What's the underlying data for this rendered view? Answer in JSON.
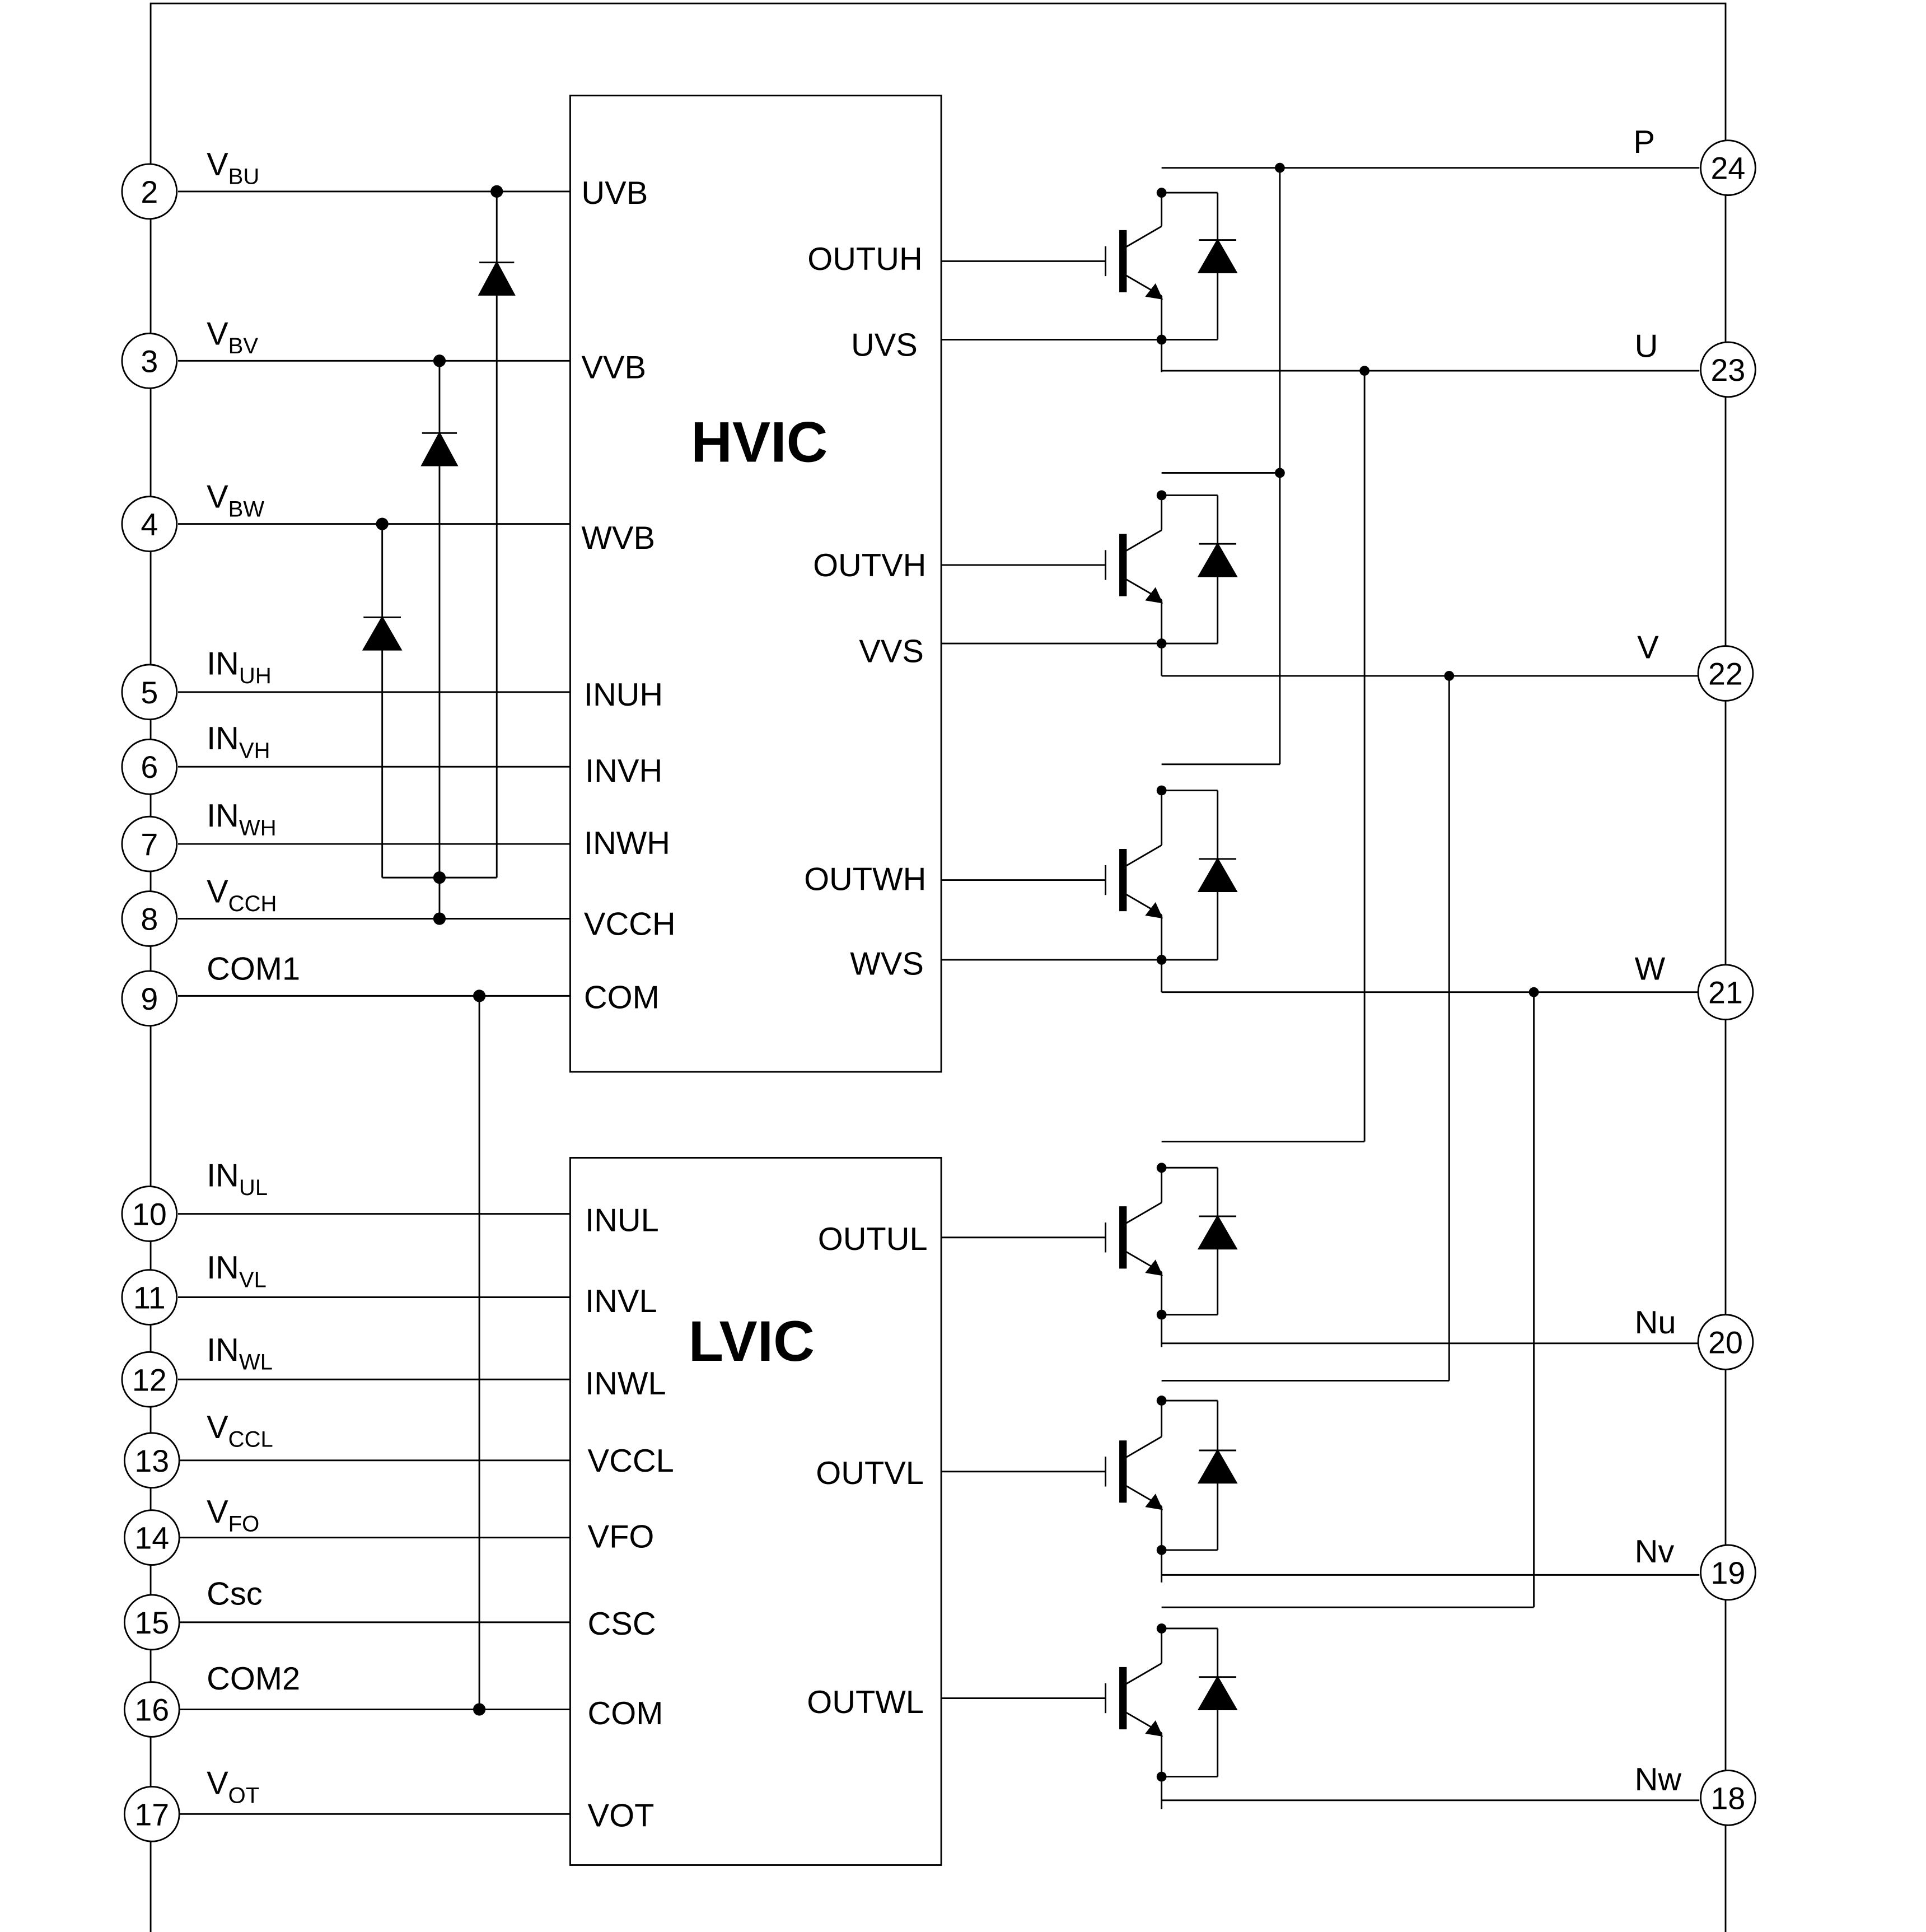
{
  "hvic": {
    "name": "HVIC",
    "left_pins": [
      "UVB",
      "VVB",
      "WVB",
      "INUH",
      "INVH",
      "INWH",
      "VCCH",
      "COM"
    ],
    "right_pins": [
      "OUTUH",
      "UVS",
      "OUTVH",
      "VVS",
      "OUTWH",
      "WVS"
    ]
  },
  "lvic": {
    "name": "LVIC",
    "left_pins": [
      "INUL",
      "INVL",
      "INWL",
      "VCCL",
      "VFO",
      "CSC",
      "COM",
      "VOT"
    ],
    "right_pins": [
      "OUTUL",
      "OUTVL",
      "OUTWL"
    ]
  },
  "left_terminals": [
    {
      "num": "2",
      "label": "V",
      "sub": "BU"
    },
    {
      "num": "3",
      "label": "V",
      "sub": "BV"
    },
    {
      "num": "4",
      "label": "V",
      "sub": "BW"
    },
    {
      "num": "5",
      "label": "IN",
      "sub": "UH"
    },
    {
      "num": "6",
      "label": "IN",
      "sub": "VH"
    },
    {
      "num": "7",
      "label": "IN",
      "sub": "WH"
    },
    {
      "num": "8",
      "label": "V",
      "sub": "CCH"
    },
    {
      "num": "9",
      "label": "COM1",
      "sub": ""
    },
    {
      "num": "10",
      "label": "IN",
      "sub": "UL"
    },
    {
      "num": "11",
      "label": "IN",
      "sub": "VL"
    },
    {
      "num": "12",
      "label": "IN",
      "sub": "WL"
    },
    {
      "num": "13",
      "label": "V",
      "sub": "CCL"
    },
    {
      "num": "14",
      "label": "V",
      "sub": "FO"
    },
    {
      "num": "15",
      "label": "Csc",
      "sub": ""
    },
    {
      "num": "16",
      "label": "COM2",
      "sub": ""
    },
    {
      "num": "17",
      "label": "V",
      "sub": "OT"
    }
  ],
  "right_terminals": [
    {
      "num": "24",
      "label": "P"
    },
    {
      "num": "23",
      "label": "U"
    },
    {
      "num": "22",
      "label": "V"
    },
    {
      "num": "21",
      "label": "W"
    },
    {
      "num": "20",
      "label": "Nu"
    },
    {
      "num": "19",
      "label": "Nv"
    },
    {
      "num": "18",
      "label": "Nw"
    }
  ],
  "colors": {
    "line": "#000000",
    "background": "#ffffff"
  }
}
